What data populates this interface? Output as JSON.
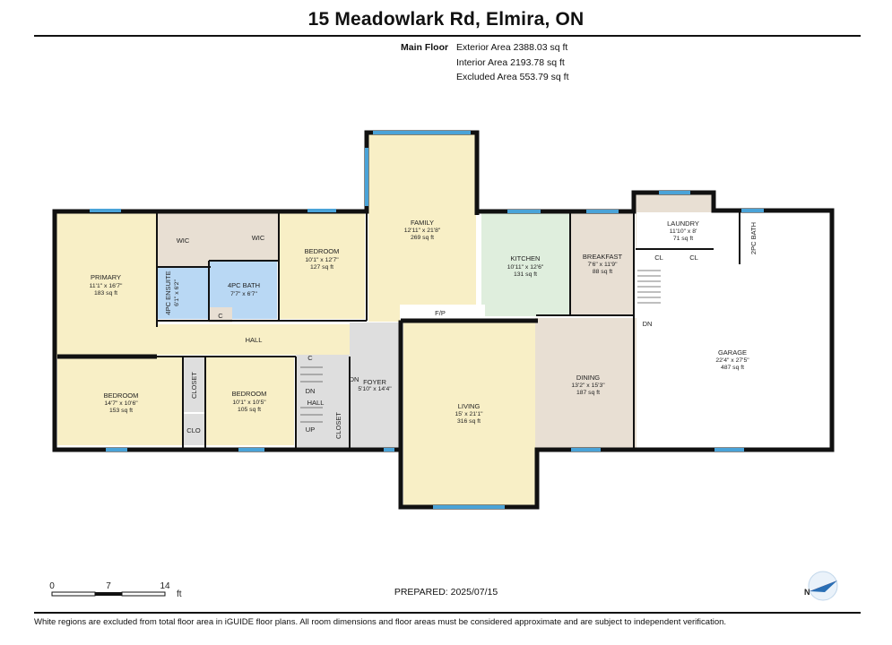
{
  "header": {
    "title": "15 Meadowlark Rd, Elmira, ON",
    "floor_label": "Main Floor",
    "exterior_area": "Exterior Area 2388.03 sq ft",
    "interior_area": "Interior Area 2193.78 sq ft",
    "excluded_area": "Excluded Area 553.79 sq ft"
  },
  "rooms": {
    "primary": {
      "name": "PRIMARY",
      "dims": "11'1\" x 16'7\"",
      "area": "183 sq ft"
    },
    "wic1": {
      "name": "WIC"
    },
    "wic2": {
      "name": "WIC"
    },
    "ensuite": {
      "name": "4PC ENSUITE",
      "dims": "6'1\" x 6'2\""
    },
    "bath4": {
      "name": "4PC BATH",
      "dims": "7'7\" x 6'7\""
    },
    "c1": {
      "name": "C"
    },
    "c2": {
      "name": "C"
    },
    "bedroom1": {
      "name": "BEDROOM",
      "dims": "10'1\" x 12'7\"",
      "area": "127 sq ft"
    },
    "family": {
      "name": "FAMILY",
      "dims": "12'11\" x 21'8\"",
      "area": "269 sq ft"
    },
    "kitchen": {
      "name": "KITCHEN",
      "dims": "10'11\" x 12'6\"",
      "area": "131 sq ft"
    },
    "breakfast": {
      "name": "BREAKFAST",
      "dims": "7'6\" x 11'9\"",
      "area": "88 sq ft"
    },
    "laundry": {
      "name": "LAUNDRY",
      "dims": "11'10\" x 8'",
      "area": "71 sq ft"
    },
    "cl1": {
      "name": "CL"
    },
    "cl2": {
      "name": "CL"
    },
    "bath2": {
      "name": "2PC BATH"
    },
    "hall": {
      "name": "HALL"
    },
    "hall2": {
      "name": "HALL"
    },
    "foyer": {
      "name": "FOYER",
      "dims": "5'10\" x 14'4\""
    },
    "fp": {
      "name": "F/P"
    },
    "dn1": {
      "name": "DN"
    },
    "dn2": {
      "name": "DN"
    },
    "dn3": {
      "name": "DN"
    },
    "up": {
      "name": "UP"
    },
    "bedroom2": {
      "name": "BEDROOM",
      "dims": "14'7\" x 10'6\"",
      "area": "153 sq ft"
    },
    "closet1": {
      "name": "CLOSET"
    },
    "clo": {
      "name": "CLO"
    },
    "bedroom3": {
      "name": "BEDROOM",
      "dims": "10'1\" x 10'5\"",
      "area": "105 sq ft"
    },
    "closet2": {
      "name": "CLOSET"
    },
    "living": {
      "name": "LIVING",
      "dims": "15' x 21'1\"",
      "area": "316 sq ft"
    },
    "dining": {
      "name": "DINING",
      "dims": "13'2\" x 15'3\"",
      "area": "187 sq ft"
    },
    "garage": {
      "name": "GARAGE",
      "dims": "22'4\" x 27'5\"",
      "area": "487 sq ft"
    }
  },
  "scale": {
    "labels": [
      "0",
      "7",
      "14"
    ],
    "unit": "ft"
  },
  "compass": {
    "letter": "N"
  },
  "prepared": "PREPARED: 2025/07/15",
  "footer": "White regions are excluded from total floor area in iGUIDE floor plans. All room dimensions and floor areas must be considered approximate and are subject to independent verification.",
  "colors": {
    "yellow": "#f8efc6",
    "beige": "#e8dfd3",
    "gray": "#dedede",
    "blue": "#b9d8f4",
    "green": "#dfeedd",
    "wall": "#111111",
    "window": "#4aa3d8"
  }
}
